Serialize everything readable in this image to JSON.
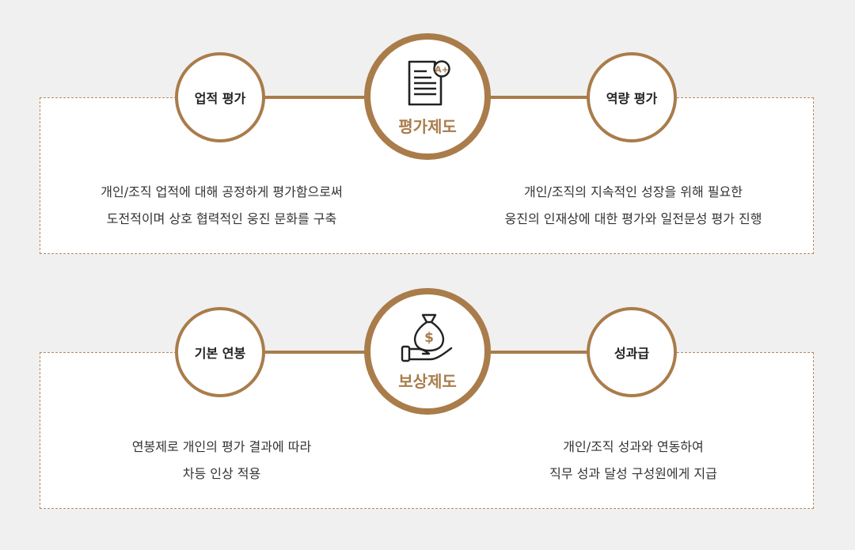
{
  "sections": [
    {
      "center_title": "평가제도",
      "center_icon": "document-grade-icon",
      "left_label": "업적 평가",
      "right_label": "역량 평가",
      "left_desc": [
        "개인/조직 업적에 대해 공정하게 평가함으로써",
        "도전적이며 상호 협력적인 웅진 문화를 구축"
      ],
      "right_desc": [
        "개인/조직의 지속적인 성장을 위해 필요한",
        "웅진의 인재상에 대한 평가와 일전문성 평가 진행"
      ]
    },
    {
      "center_title": "보상제도",
      "center_icon": "money-bag-hand-icon",
      "left_label": "기본 연봉",
      "right_label": "성과급",
      "left_desc": [
        "연봉제로 개인의 평가 결과에 따라",
        "차등 인상 적용"
      ],
      "right_desc": [
        "개인/조직 성과와 연동하여",
        "직무 성과 달성 구성원에게 지급"
      ]
    }
  ],
  "colors": {
    "accent": "#a97c4a",
    "dashed_border": "#b38a5c",
    "background": "#f0f0f0"
  }
}
